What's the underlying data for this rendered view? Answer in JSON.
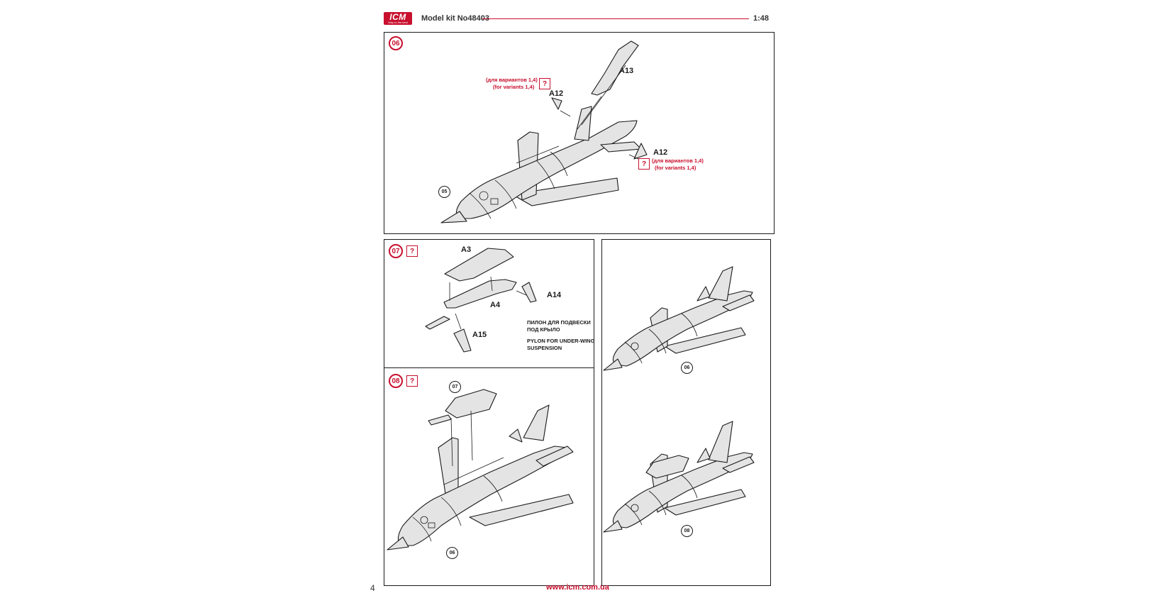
{
  "header": {
    "logo_text": "ICM",
    "logo_tagline": "Way to the best",
    "kit_title": "Model kit No48403",
    "scale": "1:48"
  },
  "steps": {
    "s06": {
      "number": "06",
      "parts": {
        "a13": "A13",
        "a12_top": "A12",
        "a12_right": "A12"
      },
      "ref": "05",
      "note_top_ru": "(для вариантов 1,4)",
      "note_top_en": "(for variants 1,4)",
      "note_right_ru": "(для вариантов 1,4)",
      "note_right_en": "(for variants 1,4)",
      "unknown_mark": "?"
    },
    "s07": {
      "number": "07",
      "unknown_mark": "?",
      "parts": {
        "a3": "A3",
        "a4": "A4",
        "a14": "A14",
        "a15": "A15"
      },
      "caption_ru_1": "ПИЛОН ДЛЯ ПОДВЕСКИ",
      "caption_ru_2": "ПОД КРЫЛО",
      "caption_en_1": "PYLON FOR UNDER-WING",
      "caption_en_2": "SUSPENSION"
    },
    "s08": {
      "number": "08",
      "unknown_mark": "?",
      "ref_pylon": "07",
      "ref_body": "06"
    },
    "results": {
      "ref_top": "06",
      "ref_bottom": "08"
    }
  },
  "footer": {
    "page_number": "4",
    "website": "www.icm.com.ua"
  },
  "colors": {
    "brand_red": "#c8102e",
    "line": "#1a1a1a",
    "fill": "#e4e4e4"
  }
}
